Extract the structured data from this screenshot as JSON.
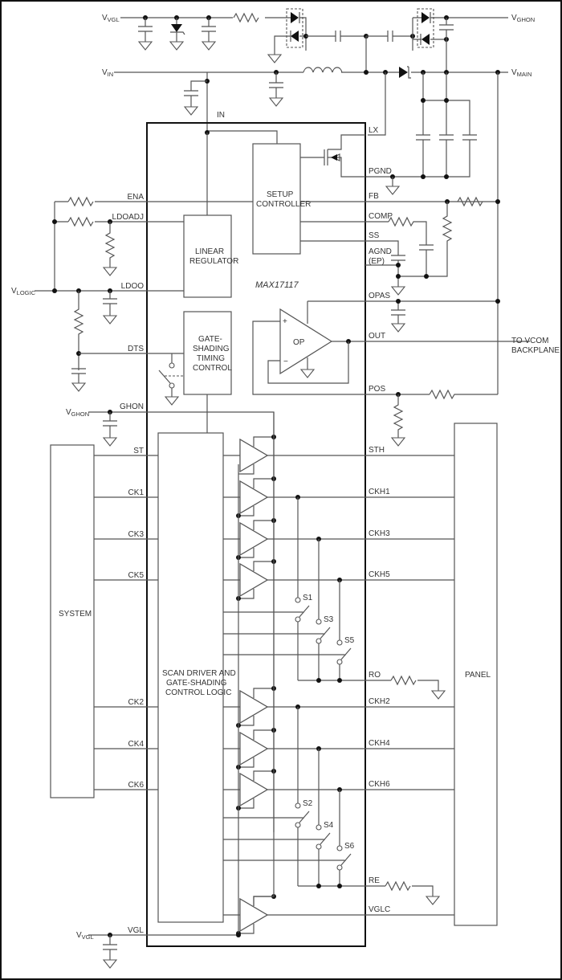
{
  "title": "MAX17117 Typical Operating Circuit",
  "chip": {
    "part_number": "MAX17117"
  },
  "rails": {
    "vvgl": {
      "main": "V",
      "sub": "VGL"
    },
    "vin": {
      "main": "V",
      "sub": "IN"
    },
    "vghon": {
      "main": "V",
      "sub": "GHON"
    },
    "vmain": {
      "main": "V",
      "sub": "MAIN"
    },
    "vlogic": {
      "main": "V",
      "sub": "LOGIC"
    },
    "vghon_left": {
      "main": "V",
      "sub": "GHON"
    },
    "vvgl_bottom": {
      "main": "V",
      "sub": "VGL"
    }
  },
  "blocks": {
    "setup_controller": [
      "SETUP",
      "CONTROLLER"
    ],
    "linear_regulator": [
      "LINEAR",
      "REGULATOR"
    ],
    "gate_shading": [
      "GATE-",
      "SHADING",
      "TIMING",
      "CONTROL"
    ],
    "scan_driver": [
      "SCAN DRIVER AND",
      "GATE-SHADING",
      "CONTROL LOGIC"
    ],
    "opamp": "OP",
    "system": "SYSTEM",
    "panel": "PANEL"
  },
  "pins_left": {
    "in": "IN",
    "ena": "ENA",
    "ldoadj": "LDOADJ",
    "ldoo": "LDOO",
    "dts": "DTS",
    "ghon": "GHON",
    "st": "ST",
    "ck1": "CK1",
    "ck3": "CK3",
    "ck5": "CK5",
    "ck2": "CK2",
    "ck4": "CK4",
    "ck6": "CK6",
    "vgl": "VGL"
  },
  "pins_right": {
    "lx": "LX",
    "pgnd": "PGND",
    "fb": "FB",
    "comp": "COMP",
    "ss": "SS",
    "agnd": "AGND",
    "ep": "(EP)",
    "opas": "OPAS",
    "out": "OUT",
    "pos": "POS",
    "sth": "STH",
    "ckh1": "CKH1",
    "ckh3": "CKH3",
    "ckh5": "CKH5",
    "ro": "RO",
    "ckh2": "CKH2",
    "ckh4": "CKH4",
    "ckh6": "CKH6",
    "re": "RE",
    "vglc": "VGLC"
  },
  "switches": [
    "S1",
    "S3",
    "S5",
    "S2",
    "S4",
    "S6"
  ],
  "opamp_inputs": {
    "plus": "+",
    "minus": "−"
  },
  "vcom": [
    "TO VCOM",
    "BACKPLANE"
  ]
}
